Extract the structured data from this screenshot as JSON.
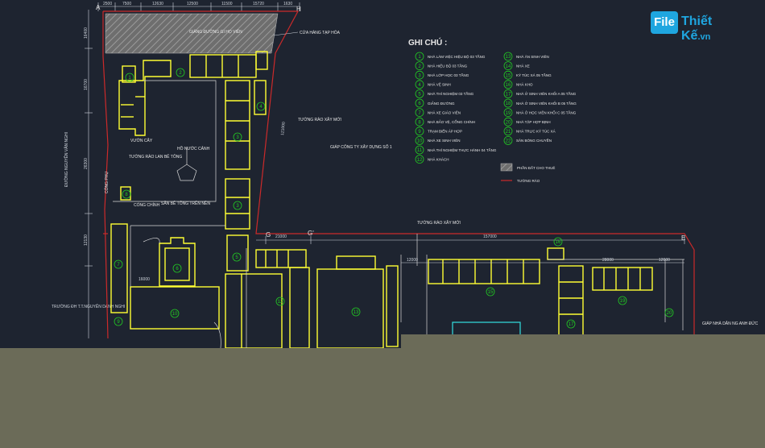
{
  "legend": {
    "title": "GHI CHÚ :",
    "col1": [
      {
        "n": "1",
        "t": "NHÀ LÀM VIỆC HIỆU BỘ 03 TẦNG"
      },
      {
        "n": "2",
        "t": "NHÀ HIỆU BỘ 03 TẦNG"
      },
      {
        "n": "3",
        "t": "NHÀ LỚP HỌC 03 TẦNG"
      },
      {
        "n": "4",
        "t": "NHÀ VỆ SINH"
      },
      {
        "n": "5",
        "t": "NHÀ THÍ NGHIỆM 03 TẦNG"
      },
      {
        "n": "6",
        "t": "GIẢNG ĐƯỜNG"
      },
      {
        "n": "7",
        "t": "NHÀ XE GIÁO VIÊN"
      },
      {
        "n": "8",
        "t": "NHÀ BẢO VỆ, CỔNG CHÍNH"
      },
      {
        "n": "9",
        "t": "TRẠM BIẾN ÁP HỢP"
      },
      {
        "n": "10",
        "t": "NHÀ XE SINH VIÊN"
      },
      {
        "n": "11",
        "t": "NHÀ THÍ NGHIỆM THỰC HÀNH 04 TẦNG"
      },
      {
        "n": "12",
        "t": "NHÀ KHÁCH"
      }
    ],
    "col2": [
      {
        "n": "13",
        "t": "NHÀ ĂN SINH VIÊN"
      },
      {
        "n": "14",
        "t": "NHÀ XE"
      },
      {
        "n": "15",
        "t": "KÝ TÚC XÁ 05 TẦNG"
      },
      {
        "n": "16",
        "t": "NHÀ KHO"
      },
      {
        "n": "17",
        "t": "NHÀ Ở SINH VIÊN KHỐI A 05 TẦNG"
      },
      {
        "n": "18",
        "t": "NHÀ Ở SINH VIÊN KHỐI B 05 TẦNG"
      },
      {
        "n": "19",
        "t": "NHÀ Ở HỌC VIÊN KHỐI C 05 TẦNG"
      },
      {
        "n": "20",
        "t": "NHÀ TẬP HỢP BỊNH"
      },
      {
        "n": "21",
        "t": "NHÀ TRỰC KÝ TÚC XÁ"
      },
      {
        "n": "22",
        "t": "SÂN BÓNG CHUYỀN"
      }
    ],
    "hatch_label": "PHẦN ĐẤT CHO THUÊ",
    "wall_label": "TƯỜNG RÀO"
  },
  "plan_labels": {
    "top_area": "GIẢNG ĐƯỜNG GI HỌ VIÊN",
    "top_right_area": "CỬA HÀNG TẠP HÓA",
    "fence_new": "TƯỜNG RÀO XÂY MỚI",
    "neighbor": "GIÁP CÔNG TY XÂY DỰNG SỐ 1",
    "pond": "HỒ NƯỚC CẢNH",
    "garden": "VƯỜN CÂY",
    "wall_left": "TƯỜNG RÀO LAN BÊ TÔNG",
    "gate_main": "CỔNG CHÍNH",
    "gate_side": "CỔNG PHỤ",
    "yard": "SÂN BÊ TÔNG TRÊN NỀN",
    "road_left": "ĐƯỜNG NGUYỄN VĂN NGHI",
    "school_left": "TRƯỜNG ĐH T.T.NGUYỄN DANH NGHI",
    "fence_bottom": "TƯỜNG RÀO XÂY MỚI",
    "neighbor_right": "GIÁP NHÀ DÂN NG ANH ĐỨC"
  },
  "dims": {
    "top": [
      "2500",
      "7500",
      "12630",
      "12500",
      "11500",
      "15720",
      "1630"
    ],
    "left": [
      "16400",
      "16700",
      "26300",
      "12130"
    ],
    "right_vertical": "121000",
    "mid_g": "21000",
    "long_span": "157000",
    "sub_left": "12000",
    "sub_mid": "28000",
    "sub_right": "12000",
    "inner": "16000"
  },
  "axes": {
    "a": "A",
    "h": "H",
    "g": "G",
    "g2": "G'",
    "e": "E"
  },
  "building_numbers": [
    "1",
    "2",
    "3",
    "4",
    "5",
    "6",
    "7",
    "8",
    "9",
    "10",
    "11",
    "12",
    "13",
    "14",
    "15",
    "16",
    "17",
    "18",
    "19",
    "20"
  ],
  "logo": {
    "box": "File",
    "name": "Thiết Kế",
    "domain": ".vn"
  },
  "colors": {
    "bg": "#1e2430",
    "wall": "#ffff33",
    "fence": "#cc2a2a",
    "dim": "#cfd4dc",
    "legend_num": "#22cc22",
    "hatch": "#8a8a8a",
    "ground": "#6b6b58"
  }
}
